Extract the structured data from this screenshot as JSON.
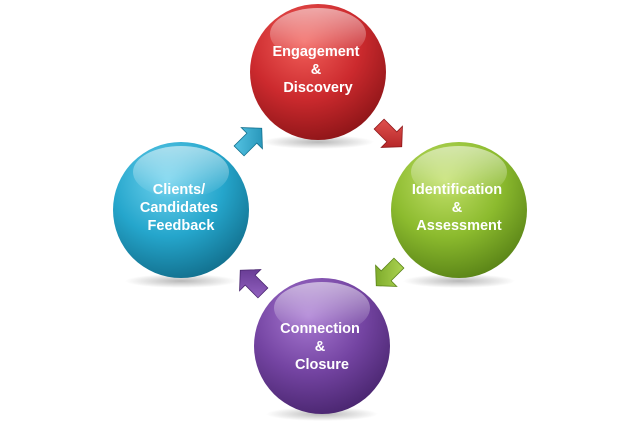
{
  "diagram": {
    "nodes": [
      {
        "id": "engagement",
        "lines": [
          "Engagement",
          "&",
          "Discovery"
        ],
        "color": "#c9242a"
      },
      {
        "id": "identification",
        "lines": [
          "Identification",
          "&",
          "Assessment"
        ],
        "color": "#86b529"
      },
      {
        "id": "connection",
        "lines": [
          "Connection",
          "&",
          "Closure"
        ],
        "color": "#6e3f99"
      },
      {
        "id": "feedback",
        "lines": [
          "Clients/",
          "Candidates",
          "Feedback"
        ],
        "color": "#1fa2c7"
      }
    ],
    "arrows": [
      {
        "id": "engagement-to-identification",
        "color": "#c9242a"
      },
      {
        "id": "identification-to-connection",
        "color": "#86b529"
      },
      {
        "id": "connection-to-feedback",
        "color": "#6e3f99"
      },
      {
        "id": "feedback-to-engagement",
        "color": "#1fa2c7"
      }
    ]
  }
}
